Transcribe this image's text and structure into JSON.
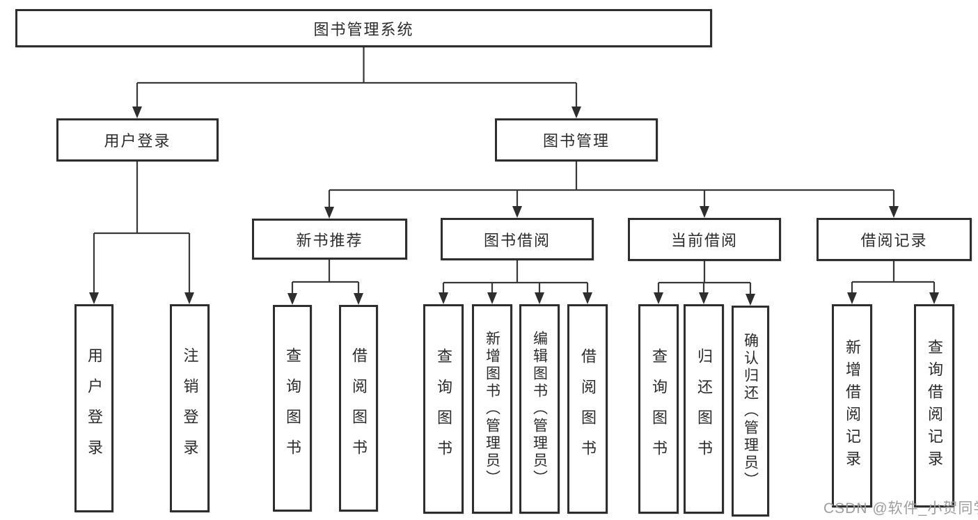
{
  "tree": {
    "root": "图书管理系统",
    "children": [
      {
        "label": "用户登录",
        "children": [
          "用户登录",
          "注销登录"
        ]
      },
      {
        "label": "图书管理",
        "children": [
          {
            "label": "新书推荐",
            "children": [
              "查询图书",
              "借阅图书"
            ]
          },
          {
            "label": "图书借阅",
            "children": [
              "查询图书",
              "新增图书（管理员）",
              "编辑图书（管理员）",
              "借阅图书"
            ]
          },
          {
            "label": "当前借阅",
            "children": [
              "查询图书",
              "归还图书",
              "确认归还（管理员）"
            ]
          },
          {
            "label": "借阅记录",
            "children": [
              "新增借阅记录",
              "查询借阅记录"
            ]
          }
        ]
      }
    ]
  },
  "watermark": "CSDN @软件_小贺同学",
  "colors": {
    "line": "#383838",
    "border": "#2e2e2e",
    "text": "#2b2b2b",
    "watermark_text": "#9e9e9e",
    "background": "#ffffff"
  }
}
